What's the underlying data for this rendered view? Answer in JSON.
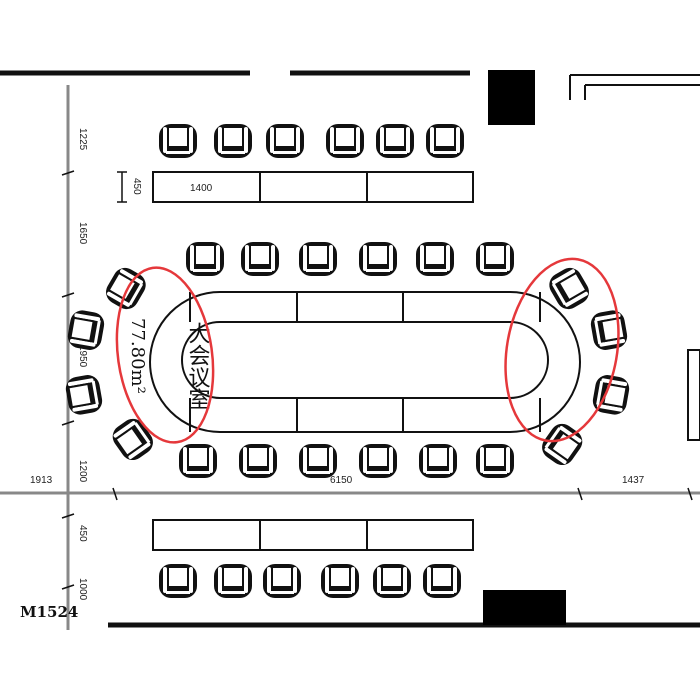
{
  "room": {
    "name": "大会议室",
    "area": "77.80m²",
    "door_tag": "M1524"
  },
  "dimensions": {
    "vertical": [
      "1225",
      "450",
      "1650",
      "1950",
      "1200",
      "450",
      "1000"
    ],
    "horizontal": [
      "1913",
      "6150",
      "1437"
    ],
    "table_width": "1400"
  },
  "colors": {
    "ink": "#111111",
    "markup": "#e5383b",
    "wall": "#999999"
  }
}
